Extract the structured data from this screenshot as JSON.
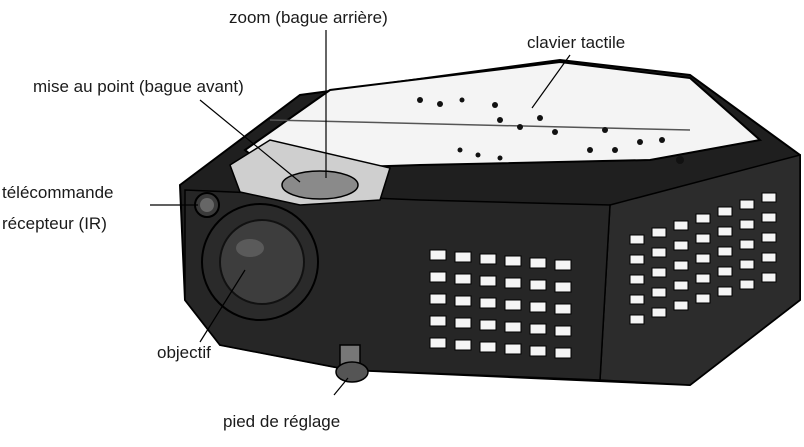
{
  "labels": {
    "zoom": "zoom (bague arrière)",
    "keypad": "clavier tactile",
    "focus": "mise au point (bague avant)",
    "ir_line1": "télécommande",
    "ir_line2": "récepteur (IR)",
    "lens": "objectif",
    "foot": "pied de réglage"
  },
  "colors": {
    "body_dark": "#1c1c1c",
    "body_mid": "#2e2e2e",
    "top_panel": "#f2f2f2",
    "line": "#000000"
  }
}
